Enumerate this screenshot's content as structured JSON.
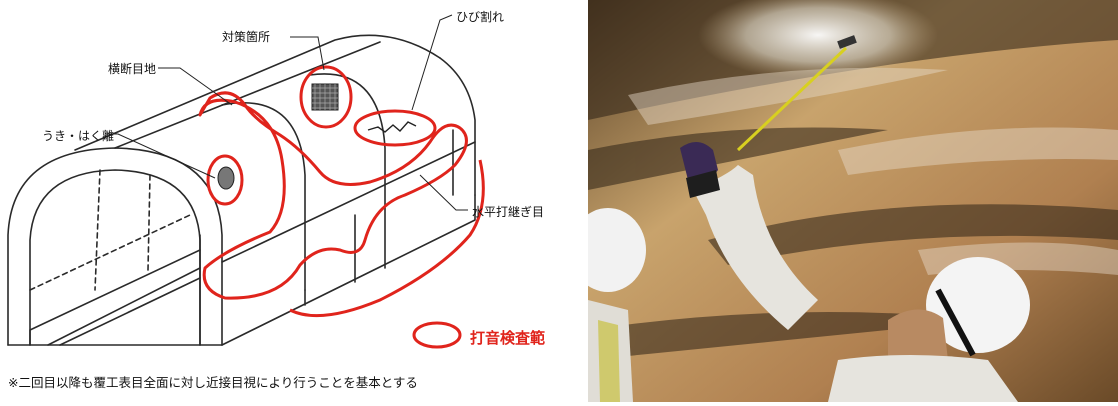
{
  "diagram": {
    "labels": {
      "countermeasure": "対策箇所",
      "crack": "ひび割れ",
      "transverse_joint": "横断目地",
      "spalling": "うき・はく離",
      "horizontal_joint": "水平打継ぎ目"
    },
    "legend": "打音検査範",
    "footnote": "※二回目以降も覆工表目全面に対し近接目視により行うことを基本とする",
    "colors": {
      "highlight": "#e0241c",
      "line": "#2a2a2a"
    }
  },
  "photo": {
    "subject": "hammering inspection of tunnel lining ceiling",
    "colors": {
      "tunnel_light": "#c9a46a",
      "tunnel_dark": "#3a2c1c",
      "helmet": "#f2f2f2"
    }
  }
}
